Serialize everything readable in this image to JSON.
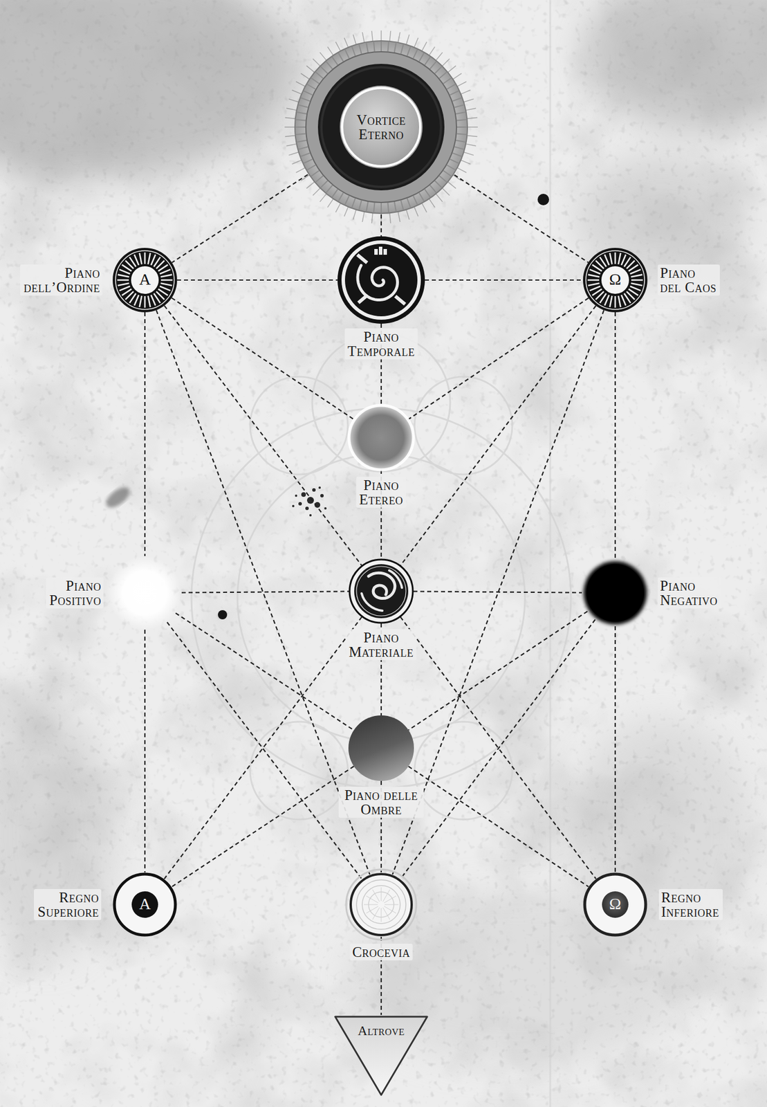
{
  "diagram": {
    "nodes": [
      {
        "text": [
          "Vortice Eterno"
        ]
      },
      {
        "text": [
          "Α",
          "Piano dell’Ordine"
        ]
      },
      {
        "text": [
          "Piano Temporale"
        ]
      },
      {
        "text": [
          "Ω",
          "Piano del Caos"
        ]
      },
      {
        "text": [
          "Piano Etereo"
        ]
      },
      {
        "text": [
          "Piano Positivo"
        ]
      },
      {
        "text": [
          "Piano Materiale"
        ]
      },
      {
        "text": [
          "Piano Negativo"
        ]
      },
      {
        "text": [
          "Piano delle Ombre"
        ]
      },
      {
        "text": [
          "Α",
          "Regno Superiore"
        ]
      },
      {
        "text": [
          "Crocevia"
        ]
      },
      {
        "text": [
          "Ω",
          "Regno Inferiore"
        ]
      },
      {
        "text": [
          "Altrove"
        ]
      }
    ],
    "edges": [
      {
        "from": 0,
        "to": 1,
        "arrow": "none"
      },
      {
        "from": 0,
        "to": 2,
        "arrow": "none"
      },
      {
        "from": 0,
        "to": 3,
        "arrow": "none"
      },
      {
        "from": 1,
        "to": 2,
        "arrow": "none"
      },
      {
        "from": 2,
        "to": 3,
        "arrow": "none"
      },
      {
        "from": 2,
        "to": 4,
        "arrow": "none"
      },
      {
        "from": 1,
        "to": 4,
        "arrow": "none"
      },
      {
        "from": 3,
        "to": 4,
        "arrow": "none"
      },
      {
        "from": 1,
        "to": 6,
        "arrow": "none"
      },
      {
        "from": 3,
        "to": 6,
        "arrow": "none"
      },
      {
        "from": 1,
        "to": 10,
        "arrow": "none"
      },
      {
        "from": 3,
        "to": 10,
        "arrow": "none"
      },
      {
        "from": 1,
        "to": 5,
        "arrow": "none"
      },
      {
        "from": 3,
        "to": 7,
        "arrow": "none"
      },
      {
        "from": 5,
        "to": 9,
        "arrow": "none"
      },
      {
        "from": 7,
        "to": 11,
        "arrow": "none"
      },
      {
        "from": 5,
        "to": 6,
        "arrow": "none"
      },
      {
        "from": 6,
        "to": 7,
        "arrow": "none"
      },
      {
        "from": 4,
        "to": 6,
        "arrow": "none"
      },
      {
        "from": 6,
        "to": 8,
        "arrow": "none"
      },
      {
        "from": 8,
        "to": 10,
        "arrow": "none"
      },
      {
        "from": 10,
        "to": 12,
        "arrow": "none"
      },
      {
        "from": 5,
        "to": 8,
        "arrow": "none"
      },
      {
        "from": 7,
        "to": 8,
        "arrow": "none"
      },
      {
        "from": 8,
        "to": 11,
        "arrow": "none"
      },
      {
        "from": 8,
        "to": 9,
        "arrow": "none"
      },
      {
        "from": 5,
        "to": 10,
        "arrow": "none"
      },
      {
        "from": 7,
        "to": 10,
        "arrow": "none"
      },
      {
        "from": 6,
        "to": 11,
        "arrow": "none"
      },
      {
        "from": 6,
        "to": 9,
        "arrow": "none"
      }
    ]
  }
}
